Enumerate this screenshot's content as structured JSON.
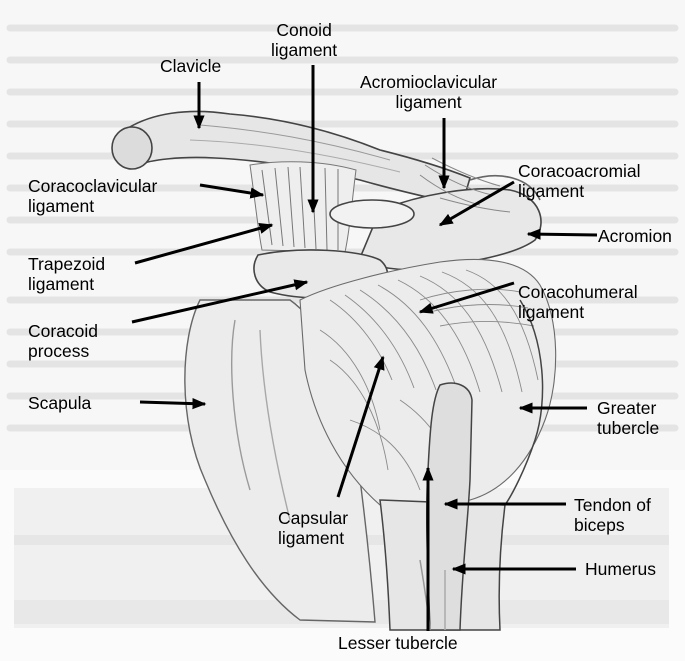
{
  "labels": {
    "clavicle": [
      "Clavicle"
    ],
    "conoid": [
      "Conoid",
      "ligament"
    ],
    "acromioclavicular": [
      "Acromioclavicular",
      "ligament"
    ],
    "coracoclavicular": [
      "Coracoclavicular",
      "ligament"
    ],
    "coracoacromial": [
      "Coracoacromial",
      "ligament"
    ],
    "acromion": [
      "Acromion"
    ],
    "trapezoid": [
      "Trapezoid",
      "ligament"
    ],
    "coracohumeral": [
      "Coracohumeral",
      "ligament"
    ],
    "coracoid": [
      "Coracoid",
      "process"
    ],
    "scapula": [
      "Scapula"
    ],
    "greater_tubercle": [
      "Greater",
      "tubercle"
    ],
    "capsular": [
      "Capsular",
      "ligament"
    ],
    "tendon_biceps": [
      "Tendon of",
      "biceps"
    ],
    "humerus": [
      "Humerus"
    ],
    "lesser_tubercle": [
      "Lesser tubercle"
    ]
  }
}
